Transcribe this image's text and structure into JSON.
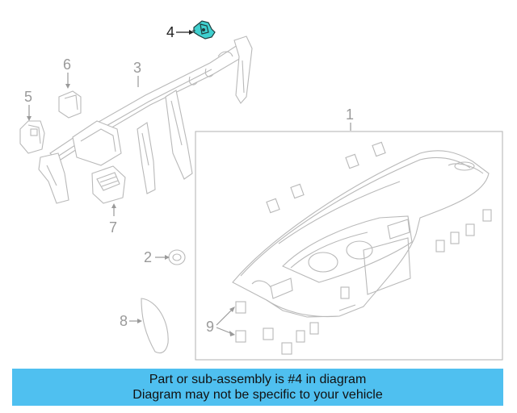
{
  "diagram": {
    "callouts": [
      {
        "id": "1",
        "label": "1",
        "active": false
      },
      {
        "id": "2",
        "label": "2",
        "active": false
      },
      {
        "id": "3",
        "label": "3",
        "active": false
      },
      {
        "id": "4",
        "label": "4",
        "active": true
      },
      {
        "id": "5",
        "label": "5",
        "active": false
      },
      {
        "id": "6",
        "label": "6",
        "active": false
      },
      {
        "id": "7",
        "label": "7",
        "active": false
      },
      {
        "id": "8",
        "label": "8",
        "active": false
      },
      {
        "id": "9",
        "label": "9",
        "active": false
      }
    ],
    "highlighted_part": "4",
    "colors": {
      "highlight": "#3fd0cf",
      "line": "#b9b9b9",
      "banner": "#4fc0f0"
    }
  },
  "banner": {
    "line1": "Part or sub-assembly is #4 in diagram",
    "line2": "Diagram may not be specific to your vehicle"
  }
}
